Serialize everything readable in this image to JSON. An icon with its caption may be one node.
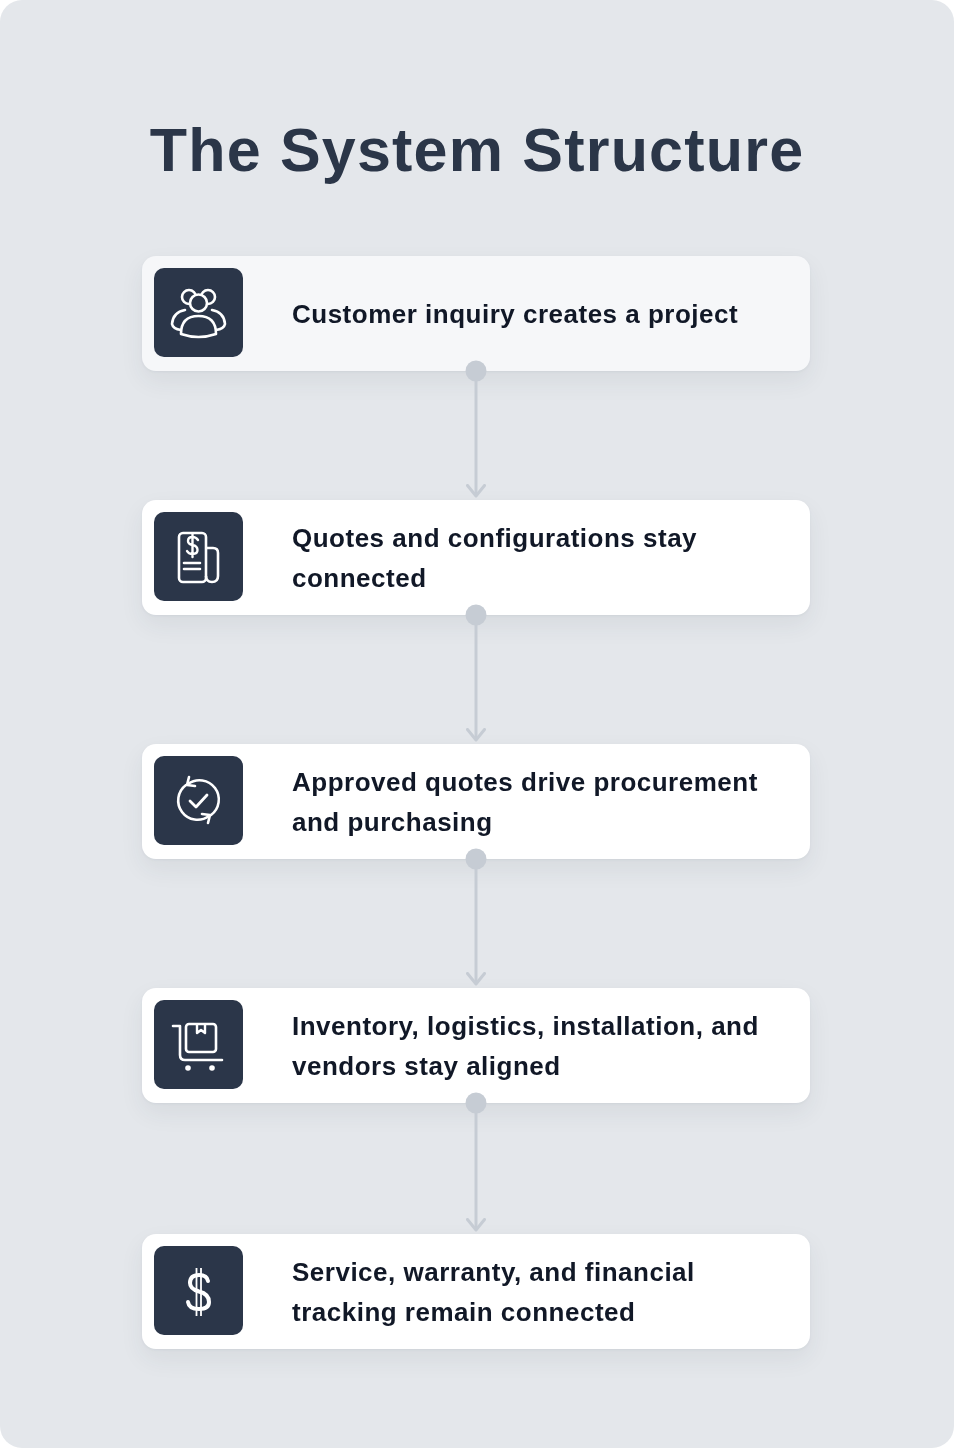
{
  "diagram": {
    "title": "The System Structure",
    "nodes": [
      {
        "text": [
          "Customer inquiry creates a project"
        ]
      },
      {
        "text": [
          "Quotes and configurations stay connected"
        ]
      },
      {
        "text": [
          "Approved quotes drive procurement and purchasing"
        ]
      },
      {
        "text": [
          "Inventory, logistics, installation, and vendors stay aligned"
        ]
      },
      {
        "text": [
          "Service, warranty, and financial tracking remain connected"
        ]
      }
    ],
    "edges": [
      {
        "from": 0,
        "to": 1,
        "arrow": "to"
      },
      {
        "from": 1,
        "to": 2,
        "arrow": "to"
      },
      {
        "from": 2,
        "to": 3,
        "arrow": "to"
      },
      {
        "from": 3,
        "to": 4,
        "arrow": "to"
      }
    ]
  }
}
